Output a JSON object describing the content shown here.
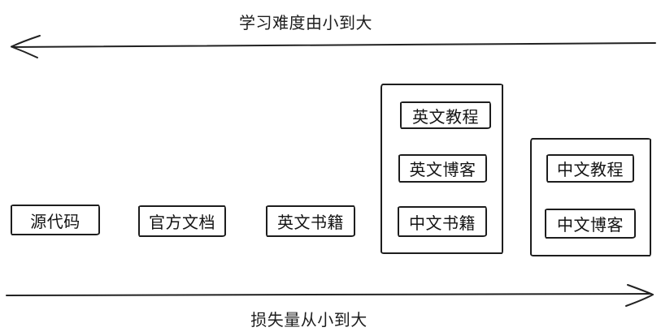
{
  "diagram": {
    "background": "#ffffff",
    "ink_color": "#1d1d1d",
    "top_axis": {
      "label": "学习难度由小到大",
      "arrow_direction": "left"
    },
    "bottom_axis": {
      "label": "损失量从小到大",
      "arrow_direction": "right"
    },
    "standalone_nodes": [
      {
        "label": "源代码"
      },
      {
        "label": "官方文档"
      },
      {
        "label": "英文书籍"
      }
    ],
    "grouped_nodes": [
      {
        "items": [
          {
            "label": "英文教程"
          },
          {
            "label": "英文博客"
          },
          {
            "label": "中文书籍"
          }
        ]
      },
      {
        "items": [
          {
            "label": "中文教程"
          },
          {
            "label": "中文博客"
          }
        ]
      }
    ]
  }
}
